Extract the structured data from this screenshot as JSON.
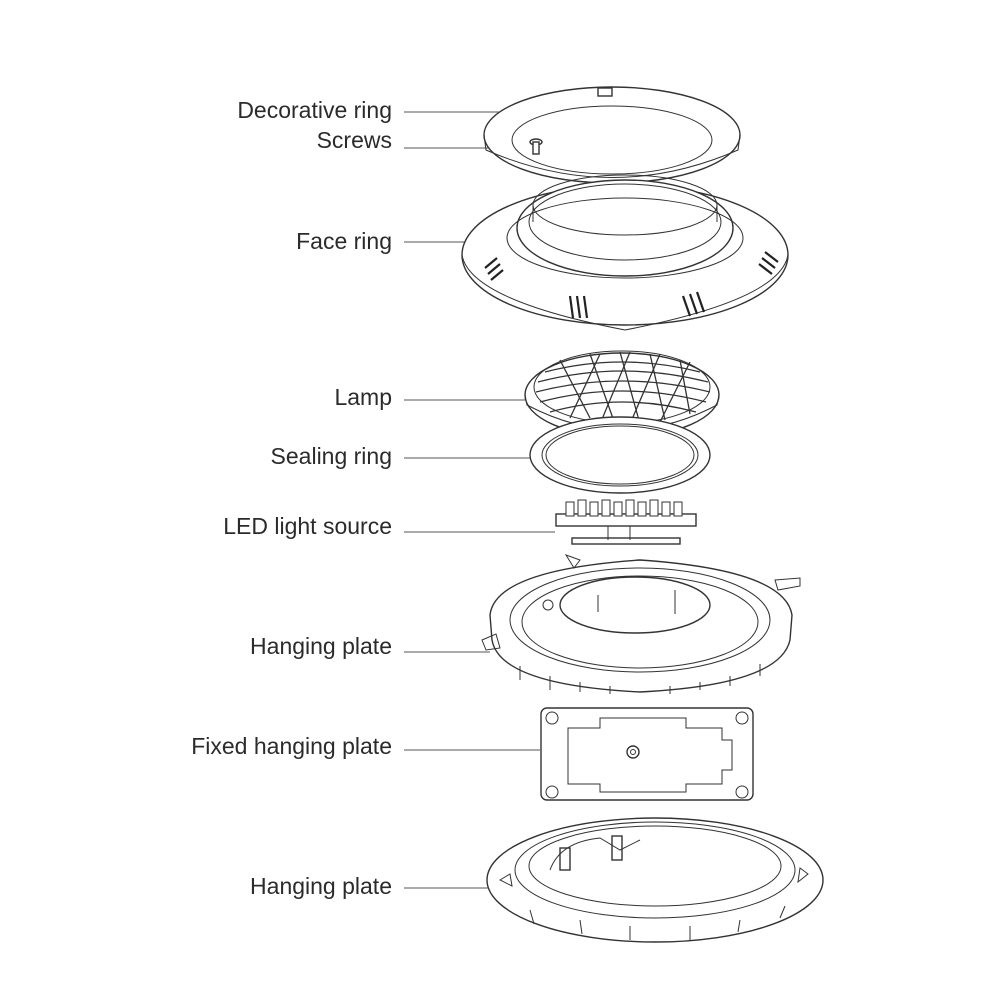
{
  "diagram": {
    "labels": [
      {
        "id": "decorative_ring",
        "text": "Decorative ring"
      },
      {
        "id": "screws",
        "text": "Screws"
      },
      {
        "id": "face_ring",
        "text": "Face ring"
      },
      {
        "id": "lamp",
        "text": "Lamp"
      },
      {
        "id": "sealing_ring",
        "text": "Sealing ring"
      },
      {
        "id": "led_light_source",
        "text": "LED light source"
      },
      {
        "id": "hanging_plate_1",
        "text": "Hanging plate"
      },
      {
        "id": "fixed_hanging_plate",
        "text": "Fixed hanging plate"
      },
      {
        "id": "hanging_plate_2",
        "text": "Hanging plate"
      }
    ],
    "colors": {
      "line": "#333333",
      "text": "#2b2b2b",
      "background": "#ffffff"
    }
  }
}
